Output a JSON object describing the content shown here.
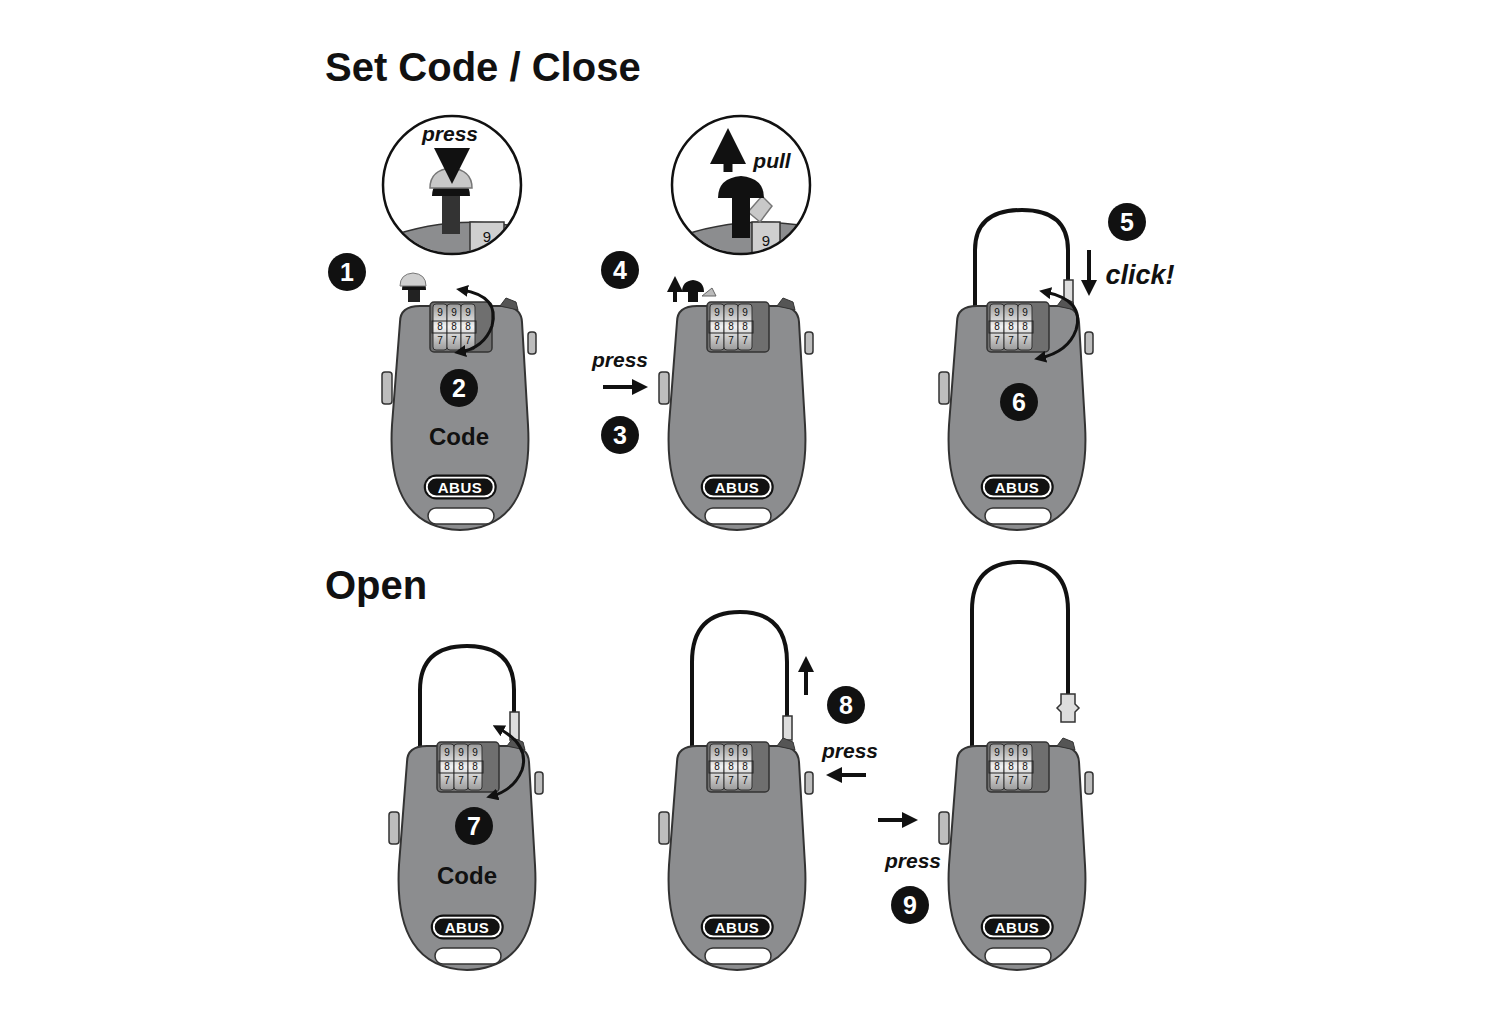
{
  "diagram": {
    "title": "Set Code / Close",
    "labels": [
      "press",
      "9",
      "pull",
      "9",
      "1",
      "2",
      "Code",
      "ABUS",
      "press",
      "3",
      "4",
      "ABUS",
      "5",
      "click!",
      "6",
      "ABUS",
      "Open",
      "7",
      "Code",
      "ABUS",
      "8",
      "press",
      "ABUS",
      "press",
      "9",
      "ABUS",
      "9",
      "8",
      "7",
      "9",
      "8",
      "7",
      "9",
      "8",
      "7",
      "9",
      "8",
      "7",
      "9",
      "8",
      "7",
      "9",
      "8",
      "7",
      "9",
      "8",
      "7",
      "9",
      "8",
      "7",
      "9",
      "8",
      "7",
      "9",
      "8",
      "7",
      "9",
      "8",
      "7",
      "9",
      "8",
      "7",
      "9",
      "8",
      "7",
      "9",
      "8",
      "7",
      "9",
      "8",
      "7",
      "9",
      "8",
      "7",
      "9",
      "8",
      "7",
      "9",
      "8",
      "7"
    ]
  }
}
